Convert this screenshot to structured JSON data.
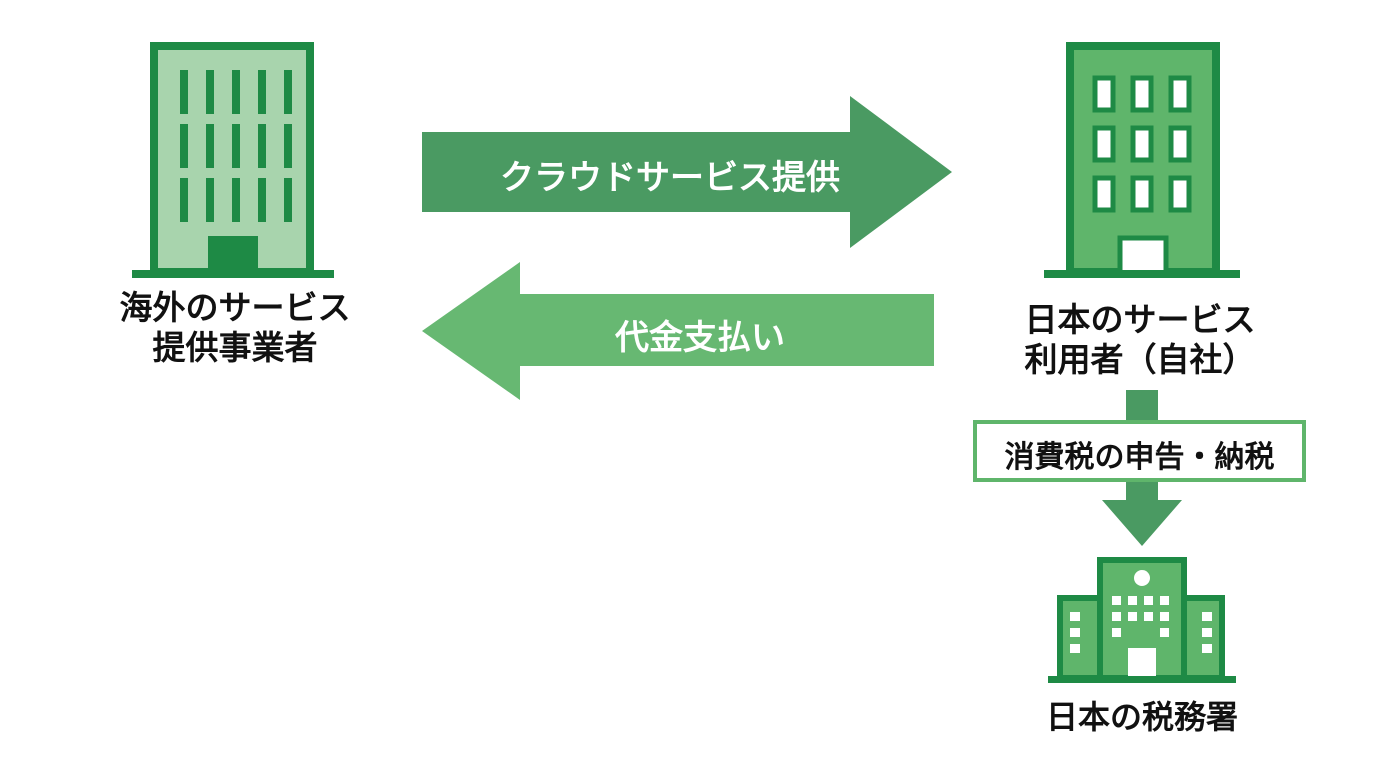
{
  "provider": {
    "label_line1": "海外のサービス",
    "label_line2": "提供事業者",
    "icon": "office-building-icon"
  },
  "user": {
    "label_line1": "日本のサービス",
    "label_line2": "利用者（自社）",
    "icon": "office-building-icon"
  },
  "tax_office": {
    "label": "日本の税務署",
    "icon": "government-building-icon"
  },
  "flows": {
    "service_label": "クラウドサービス提供",
    "payment_label": "代金支払い",
    "tax_label": "消費税の申告・納税"
  },
  "colors": {
    "dark_green": "#1e8a45",
    "arrow_dark": "#4a9a62",
    "arrow_light": "#67b872",
    "light_fill": "#a8d4ad",
    "mid_fill": "#5fb56b"
  }
}
